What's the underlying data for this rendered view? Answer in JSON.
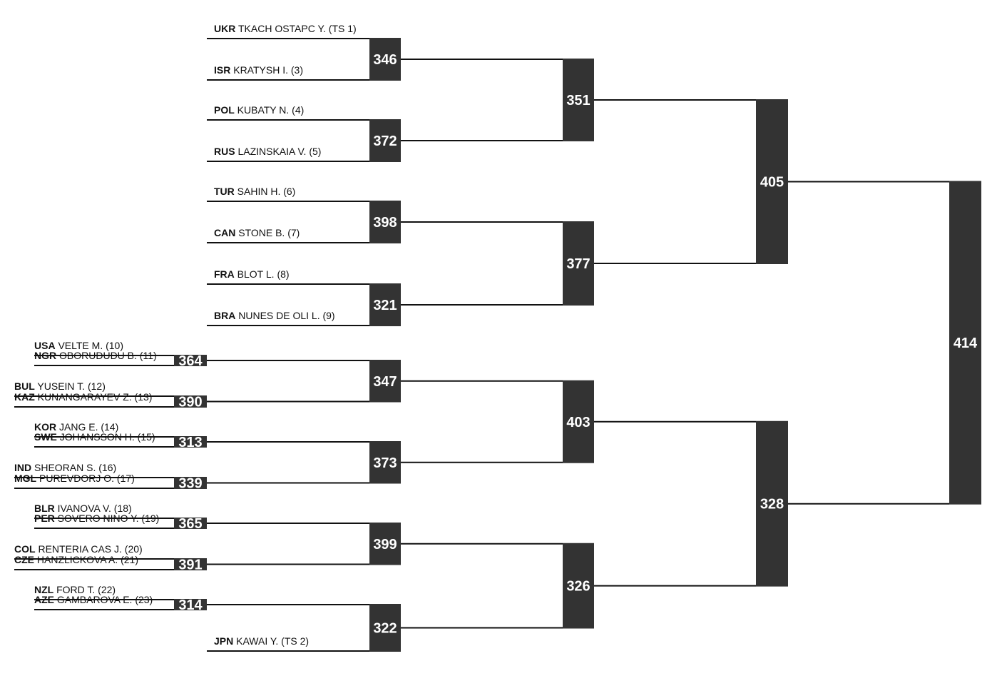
{
  "entrants": [
    {
      "id": "e1",
      "country": "UKR",
      "name": "TKACH OSTAPC Y. (TS 1)"
    },
    {
      "id": "e2",
      "country": "ISR",
      "name": "KRATYSH I. (3)"
    },
    {
      "id": "e3",
      "country": "POL",
      "name": "KUBATY N. (4)"
    },
    {
      "id": "e4",
      "country": "RUS",
      "name": "LAZINSKAIA V. (5)"
    },
    {
      "id": "e5",
      "country": "TUR",
      "name": "SAHIN H. (6)"
    },
    {
      "id": "e6",
      "country": "CAN",
      "name": "STONE B. (7)"
    },
    {
      "id": "e7",
      "country": "FRA",
      "name": "BLOT L. (8)"
    },
    {
      "id": "e8",
      "country": "BRA",
      "name": "NUNES DE OLI L. (9)"
    },
    {
      "id": "e9",
      "country": "USA",
      "name": "VELTE M. (10)"
    },
    {
      "id": "e10",
      "country": "NGR",
      "name": "OBORUDUDU B. (11)"
    },
    {
      "id": "e11",
      "country": "BUL",
      "name": "YUSEIN T. (12)"
    },
    {
      "id": "e12",
      "country": "KAZ",
      "name": "KUNANGARAYEV Z. (13)"
    },
    {
      "id": "e13",
      "country": "KOR",
      "name": "JANG E. (14)"
    },
    {
      "id": "e14",
      "country": "SWE",
      "name": "JOHANSSON H. (15)"
    },
    {
      "id": "e15",
      "country": "IND",
      "name": "SHEORAN S. (16)"
    },
    {
      "id": "e16",
      "country": "MGL",
      "name": "PUREVDORJ O. (17)"
    },
    {
      "id": "e17",
      "country": "BLR",
      "name": "IVANOVA V. (18)"
    },
    {
      "id": "e18",
      "country": "PER",
      "name": "SOVERO NINO Y. (19)"
    },
    {
      "id": "e19",
      "country": "COL",
      "name": "RENTERIA CAS J. (20)"
    },
    {
      "id": "e20",
      "country": "CZE",
      "name": "HANZLICKOVA A. (21)"
    },
    {
      "id": "e21",
      "country": "NZL",
      "name": "FORD T. (22)"
    },
    {
      "id": "e22",
      "country": "AZE",
      "name": "GAMBAROVA E. (23)"
    },
    {
      "id": "e23",
      "country": "JPN",
      "name": "KAWAI Y. (TS 2)"
    }
  ],
  "bouts": [
    {
      "id": "b364",
      "number": "364",
      "round": 1,
      "inputs": [
        "e9",
        "e10"
      ]
    },
    {
      "id": "b390",
      "number": "390",
      "round": 1,
      "inputs": [
        "e11",
        "e12"
      ]
    },
    {
      "id": "b313",
      "number": "313",
      "round": 1,
      "inputs": [
        "e13",
        "e14"
      ]
    },
    {
      "id": "b339",
      "number": "339",
      "round": 1,
      "inputs": [
        "e15",
        "e16"
      ]
    },
    {
      "id": "b365",
      "number": "365",
      "round": 1,
      "inputs": [
        "e17",
        "e18"
      ]
    },
    {
      "id": "b391",
      "number": "391",
      "round": 1,
      "inputs": [
        "e19",
        "e20"
      ]
    },
    {
      "id": "b314",
      "number": "314",
      "round": 1,
      "inputs": [
        "e21",
        "e22"
      ]
    },
    {
      "id": "b346",
      "number": "346",
      "round": 2,
      "inputs": [
        "e1",
        "e2"
      ]
    },
    {
      "id": "b372",
      "number": "372",
      "round": 2,
      "inputs": [
        "e3",
        "e4"
      ]
    },
    {
      "id": "b398",
      "number": "398",
      "round": 2,
      "inputs": [
        "e5",
        "e6"
      ]
    },
    {
      "id": "b321",
      "number": "321",
      "round": 2,
      "inputs": [
        "e7",
        "e8"
      ]
    },
    {
      "id": "b347",
      "number": "347",
      "round": 2,
      "inputs": [
        "b364",
        "b390"
      ]
    },
    {
      "id": "b373",
      "number": "373",
      "round": 2,
      "inputs": [
        "b313",
        "b339"
      ]
    },
    {
      "id": "b399",
      "number": "399",
      "round": 2,
      "inputs": [
        "b365",
        "b391"
      ]
    },
    {
      "id": "b322",
      "number": "322",
      "round": 2,
      "inputs": [
        "b314",
        "e23"
      ]
    },
    {
      "id": "b351",
      "number": "351",
      "round": 3,
      "inputs": [
        "b346",
        "b372"
      ]
    },
    {
      "id": "b377",
      "number": "377",
      "round": 3,
      "inputs": [
        "b398",
        "b321"
      ]
    },
    {
      "id": "b403",
      "number": "403",
      "round": 3,
      "inputs": [
        "b347",
        "b373"
      ]
    },
    {
      "id": "b326",
      "number": "326",
      "round": 3,
      "inputs": [
        "b399",
        "b322"
      ]
    },
    {
      "id": "b405",
      "number": "405",
      "round": 4,
      "inputs": [
        "b351",
        "b377"
      ]
    },
    {
      "id": "b328",
      "number": "328",
      "round": 4,
      "inputs": [
        "b403",
        "b326"
      ]
    },
    {
      "id": "b414",
      "number": "414",
      "round": 5,
      "inputs": [
        "b405",
        "b328"
      ]
    }
  ],
  "colors": {
    "box": "#333333",
    "line": "#111111",
    "text": "#111111",
    "box_text": "#ffffff"
  }
}
